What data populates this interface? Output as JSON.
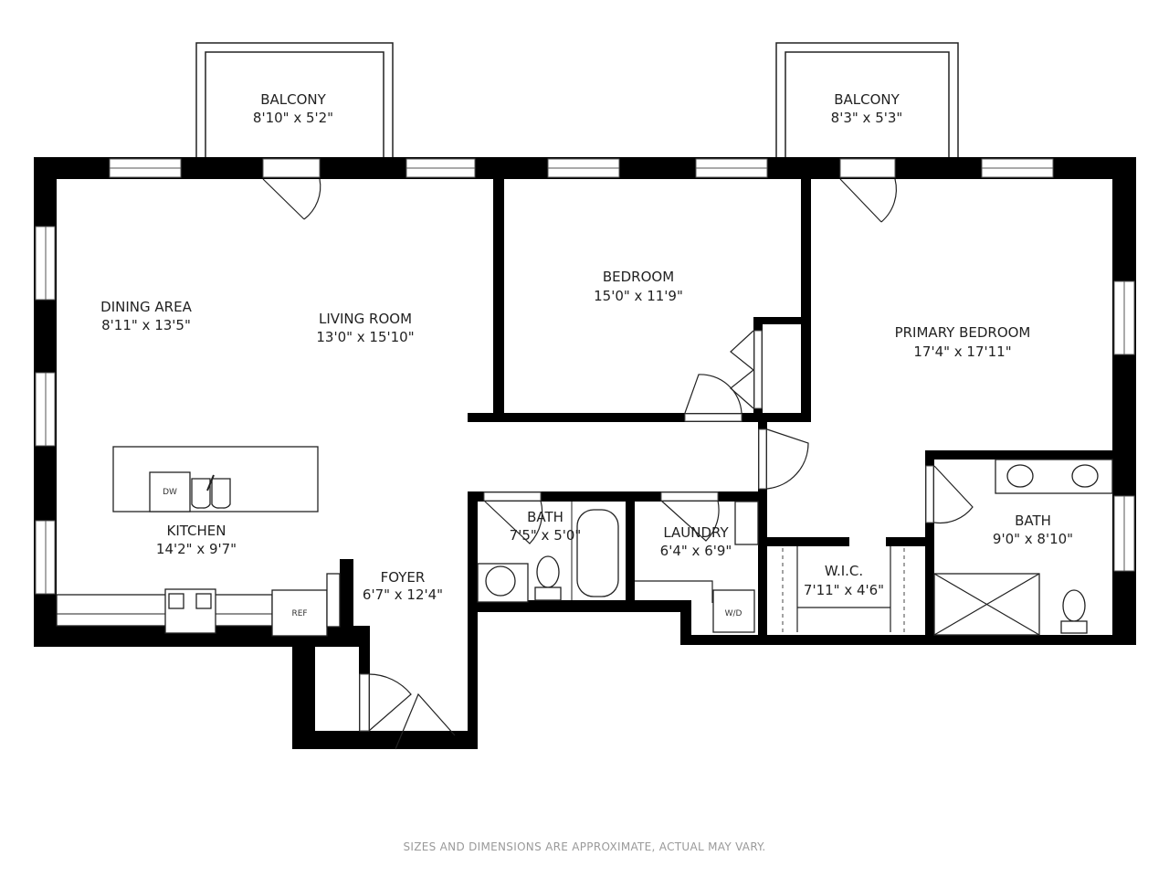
{
  "rooms": {
    "balcony_left": {
      "name": "BALCONY",
      "size": "8'10\" x 5'2\""
    },
    "balcony_right": {
      "name": "BALCONY",
      "size": "8'3\" x 5'3\""
    },
    "dining": {
      "name": "DINING AREA",
      "size": "8'11\" x 13'5\""
    },
    "living": {
      "name": "LIVING ROOM",
      "size": "13'0\" x 15'10\""
    },
    "bedroom": {
      "name": "BEDROOM",
      "size": "15'0\" x 11'9\""
    },
    "primary": {
      "name": "PRIMARY BEDROOM",
      "size": "17'4\" x 17'11\""
    },
    "kitchen": {
      "name": "KITCHEN",
      "size": "14'2\" x 9'7\""
    },
    "bath": {
      "name": "BATH",
      "size": "7'5\" x 5'0\""
    },
    "laundry": {
      "name": "LAUNDRY",
      "size": "6'4\" x 6'9\""
    },
    "foyer": {
      "name": "FOYER",
      "size": "6'7\" x 12'4\""
    },
    "wic": {
      "name": "W.I.C.",
      "size": "7'11\" x 4'6\""
    },
    "primary_bath": {
      "name": "BATH",
      "size": "9'0\" x 8'10\""
    }
  },
  "fixtures": {
    "dishwasher": "DW",
    "fridge": "REF",
    "washer_dryer": "W/D"
  },
  "footer": "SIZES AND DIMENSIONS ARE APPROXIMATE, ACTUAL MAY VARY."
}
